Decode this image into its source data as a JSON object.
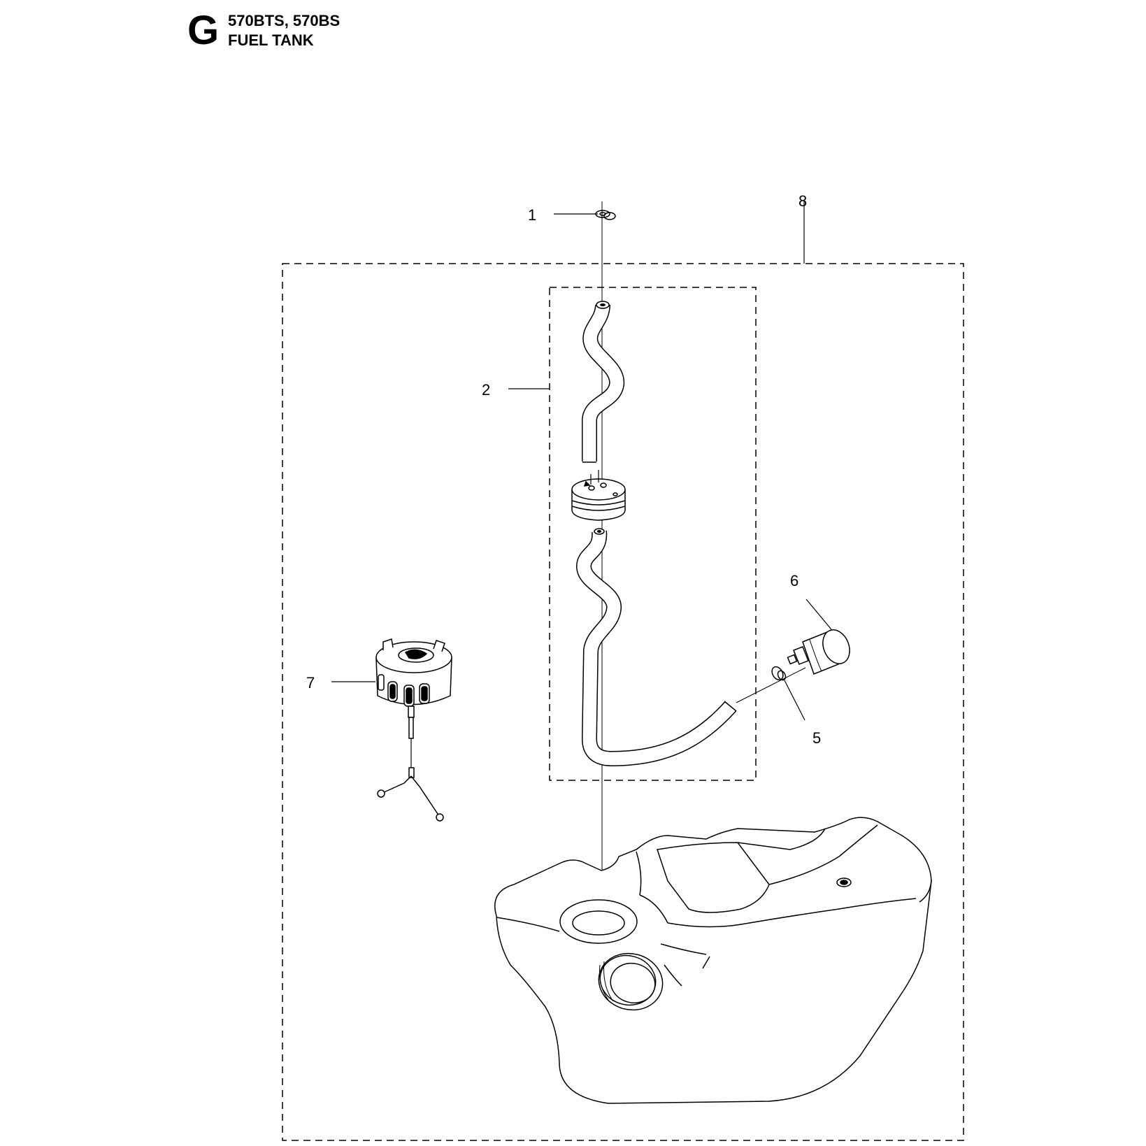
{
  "header": {
    "section_letter": "G",
    "models": "570BTS, 570BS",
    "title": "FUEL TANK"
  },
  "callouts": [
    "1",
    "2",
    "5",
    "6",
    "7",
    "8"
  ]
}
